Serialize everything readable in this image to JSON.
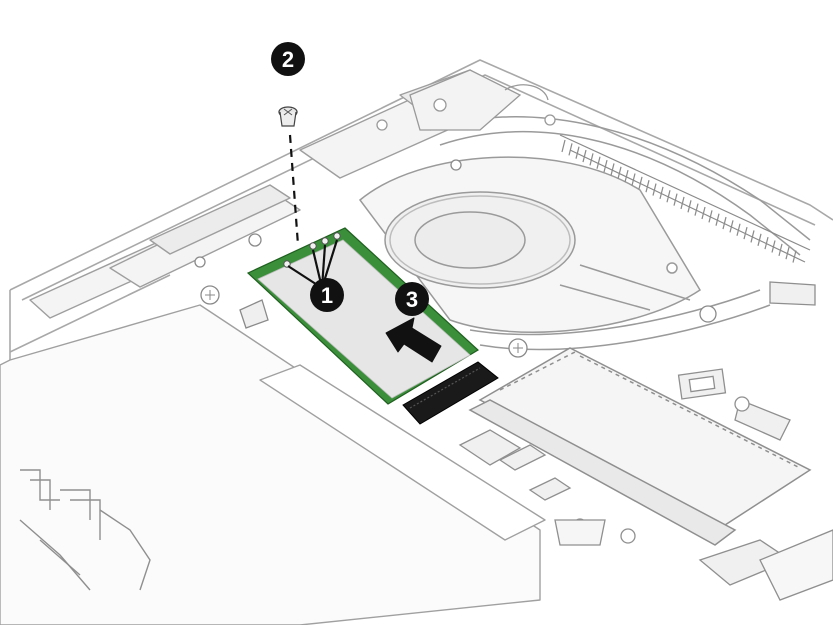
{
  "figure": {
    "callouts": [
      {
        "number": "1",
        "meaning": "antenna-cable-connectors"
      },
      {
        "number": "2",
        "meaning": "screw"
      },
      {
        "number": "3",
        "meaning": "module-removal-direction"
      }
    ],
    "colors": {
      "outline": "#9a9a9a",
      "fill": "#f2f2f2",
      "module_board": "#3b8f3b",
      "module_label": "#e6e6e6",
      "callout": "#111111",
      "connector": "#1a1a1a"
    },
    "icons": [
      "screw-icon",
      "arrow-icon"
    ]
  }
}
